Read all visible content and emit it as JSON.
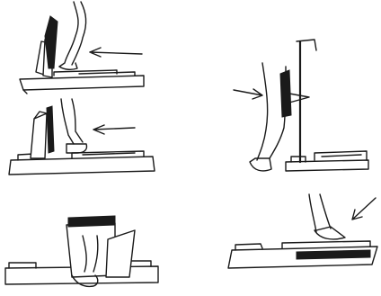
{
  "figure": {
    "panels": [
      {
        "id": "panel-a",
        "arrow": "left"
      },
      {
        "id": "panel-b",
        "arrow": "left"
      },
      {
        "id": "panel-c",
        "arrow": "none"
      },
      {
        "id": "panel-d",
        "arrow": "right"
      },
      {
        "id": "panel-e",
        "arrow": "down-left"
      }
    ],
    "ink_color": "#1a1a1a",
    "background": "#ffffff"
  }
}
